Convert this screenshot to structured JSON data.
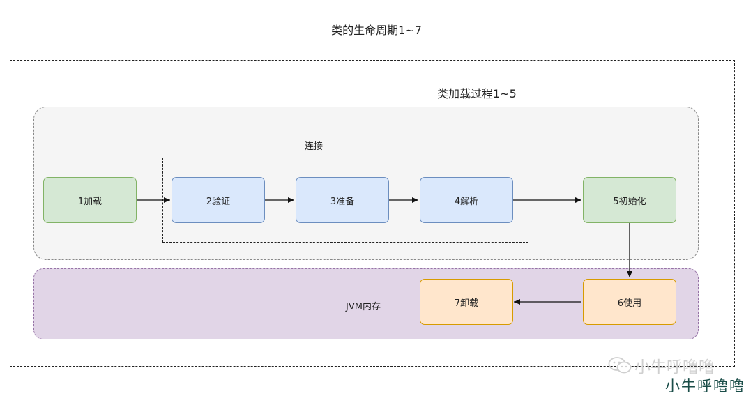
{
  "diagram": {
    "title": "类的生命周期1~7",
    "loading_title": "类加载过程1~5",
    "linking_label": "连接",
    "jvm_label": "JVM内存",
    "nodes": {
      "load": "1加载",
      "verify": "2验证",
      "prepare": "3准备",
      "resolve": "4解析",
      "init": "5初始化",
      "use": "6使用",
      "unload": "7卸载"
    },
    "colors": {
      "green_fill": "#d5e8d4",
      "blue_fill": "#dae8fc",
      "orange_fill": "#ffe6cc",
      "purple_fill": "#e1d5e7",
      "gray_fill": "#f5f5f5"
    }
  },
  "watermark": {
    "overlay_text": "小牛呼噜噜",
    "bottom_text": "小牛呼噜噜",
    "icon": "wechat-icon"
  }
}
